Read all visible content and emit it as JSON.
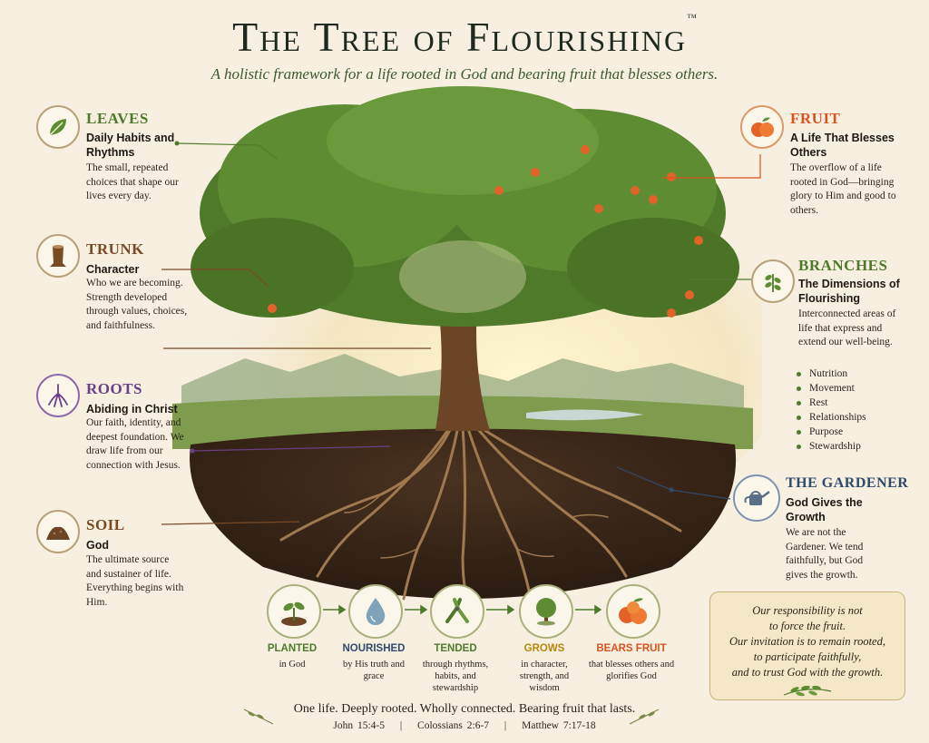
{
  "header": {
    "title": "The Tree of Flourishing",
    "trademark": "™",
    "subtitle": "A holistic framework for a life rooted in God and bearing fruit that blesses others."
  },
  "colors": {
    "leaves": "#4f7a2c",
    "trunk": "#7a4a25",
    "roots": "#6b3f86",
    "soil": "#7a4a25",
    "fruit": "#d9531e",
    "branches": "#4f7a2c",
    "gardener": "#2f4a6b"
  },
  "sections": {
    "leaves": {
      "icon": "leaf-icon",
      "title": "LEAVES",
      "subtitle": "Daily Habits and Rhythms",
      "description": "The small, repeated choices that shape our lives every day."
    },
    "trunk": {
      "icon": "stump-icon",
      "title": "TRUNK",
      "subtitle": "Character",
      "description": "Who we are becoming. Strength developed through values, choices, and faithfulness."
    },
    "roots": {
      "icon": "roots-icon",
      "title": "ROOTS",
      "subtitle": "Abiding in Christ",
      "description": "Our faith, identity, and deepest foundation. We draw life from our connection with Jesus."
    },
    "soil": {
      "icon": "soil-mound-icon",
      "title": "SOIL",
      "subtitle": "God",
      "description": "The ultimate source and sustainer of life. Everything begins with Him."
    },
    "fruit": {
      "icon": "orange-fruit-icon",
      "title": "FRUIT",
      "subtitle": "A Life That Blesses Others",
      "description": "The overflow of a life rooted in God—bringing glory to Him and good to others."
    },
    "branches": {
      "icon": "branch-sprig-icon",
      "title": "BRANCHES",
      "subtitle": "The Dimensions of Flourishing",
      "description": "Interconnected areas of life that express and extend our well-being.",
      "items": [
        "Nutrition",
        "Movement",
        "Rest",
        "Relationships",
        "Purpose",
        "Stewardship"
      ]
    },
    "gardener": {
      "icon": "watering-can-icon",
      "title": "THE GARDENER",
      "subtitle": "God Gives the Growth",
      "description": "We are not the Gardener. We tend faithfully, but God gives the growth."
    }
  },
  "steps": [
    {
      "icon": "sprout-icon",
      "label": "PLANTED",
      "desc": "in God",
      "color": "#4f7a2c"
    },
    {
      "icon": "water-drop-icon",
      "label": "NOURISHED",
      "desc": "by His truth and grace",
      "color": "#2f4a6b"
    },
    {
      "icon": "pruning-shears-icon",
      "label": "TENDED",
      "desc": "through rhythms, habits, and stewardship",
      "color": "#4f7a2c"
    },
    {
      "icon": "small-tree-icon",
      "label": "GROWS",
      "desc": "in character, strength, and wisdom",
      "color": "#b8860b"
    },
    {
      "icon": "oranges-icon",
      "label": "BEARS FRUIT",
      "desc": "that blesses others and glorifies God",
      "color": "#d9531e"
    }
  ],
  "quote": {
    "lines": [
      "Our responsibility is not",
      "to force the fruit.",
      "Our invitation is to remain rooted,",
      "to participate faithfully,",
      "and to trust God with the growth."
    ]
  },
  "footer": {
    "tagline": "One life. Deeply rooted. Wholly connected. Bearing fruit that lasts.",
    "references": [
      "John 15:4-5",
      "Colossians 2:6-7",
      "Matthew 7:17-18"
    ]
  }
}
